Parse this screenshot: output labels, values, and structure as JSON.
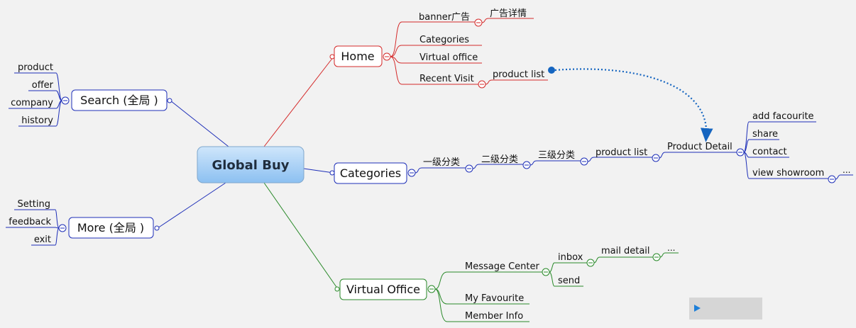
{
  "central": {
    "label": "Global Buy"
  },
  "home": {
    "label": "Home",
    "children": {
      "banner": "banner广告",
      "banner_detail": "广告详情",
      "categories": "Categories",
      "virtual_office": "Virtual office",
      "recent_visit": "Recent Visit",
      "product_list": "product list"
    }
  },
  "categories": {
    "label": "Categories",
    "chain": {
      "level1": "一级分类",
      "level2": "二级分类",
      "level3": "三级分类",
      "product_list": "product list",
      "product_detail": "Product Detail"
    },
    "detail_children": {
      "add_favourite": "add facourite",
      "share": "share",
      "contact": "contact",
      "view_showroom": "view showroom",
      "more": "..."
    }
  },
  "virtual_office": {
    "label": "Virtual Office",
    "children": {
      "message_center": "Message Center",
      "inbox": "inbox",
      "mail_detail": "mail detail",
      "more": "...",
      "send": "send",
      "my_favourite": "My Favourite",
      "member_info": "Member Info"
    }
  },
  "search": {
    "label": "Search (全局 )",
    "children": {
      "product": "product",
      "offer": "offer",
      "company": "company",
      "history": "history"
    }
  },
  "more": {
    "label": "More (全局 )",
    "children": {
      "setting": "Setting",
      "feedback": "feedback",
      "exit": "exit"
    }
  },
  "colors": {
    "home": "#d42a2a",
    "blue": "#1e2fb8",
    "green": "#2a8a2a",
    "relationship": "#1565c0",
    "central_fill_top": "#c9e3fb",
    "central_fill_bottom": "#8fc3f2"
  }
}
